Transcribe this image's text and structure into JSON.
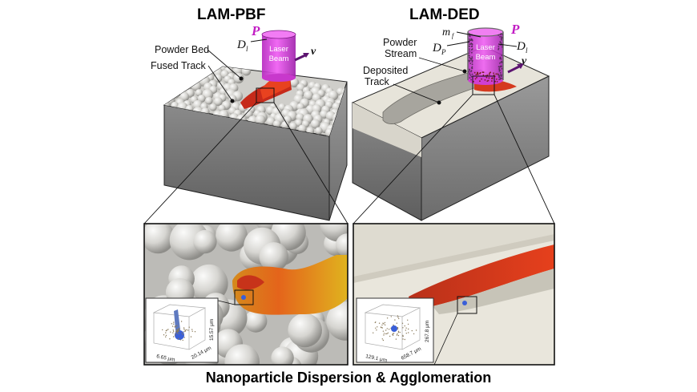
{
  "titles": {
    "left": "LAM-PBF",
    "right": "LAM-DED",
    "bottom": "Nanoparticle Dispersion & Agglomeration"
  },
  "pbf": {
    "powder_bed": "Powder Bed",
    "fused_track": "Fused Track",
    "laser_power": "P",
    "laser_diameter_base": "D",
    "laser_diameter_sub": "l",
    "beam_line1": "Laser",
    "beam_line2": "Beam",
    "velocity": "v"
  },
  "ded": {
    "powder_stream_1": "Powder",
    "powder_stream_2": "Stream",
    "deposited_track_1": "Deposited",
    "deposited_track_2": "Track",
    "mass_flow_base": "m",
    "mass_flow_sub": "f",
    "powder_diameter_base": "D",
    "powder_diameter_sub": "P",
    "laser_power": "P",
    "laser_diameter_base": "D",
    "laser_diameter_sub": "l",
    "beam_line1": "Laser",
    "beam_line2": "Beam",
    "velocity": "v"
  },
  "insets": {
    "pbf": [
      "6.65 μm",
      "20.14 μm",
      "15.57 μm"
    ],
    "ded": [
      "129.1 μm",
      "658.7 μm",
      "267.8 μm"
    ]
  },
  "colors": {
    "laser": "#e23ce6",
    "melt": "#e5371a",
    "metal": "#7a7a7a",
    "powder": "#d9d8d4",
    "nanoparticle": "#3a5fd8"
  }
}
